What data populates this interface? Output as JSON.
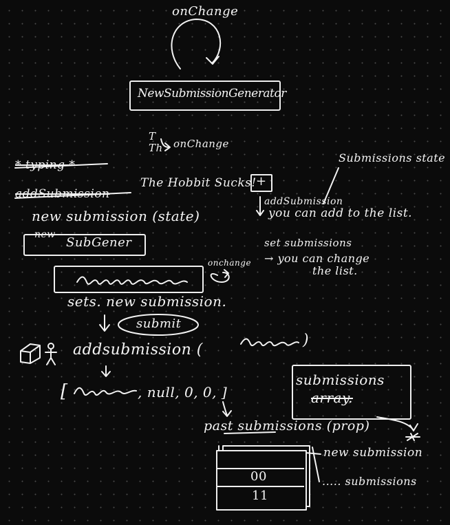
{
  "diagram": {
    "top_event": "onChange",
    "component": "NewSubmissionGenerator",
    "typing_chars": "T Th",
    "typing_event": "onChange",
    "typing_struck": "* typing *",
    "add_submission_struck": "addSubmission",
    "hobbit_text": "The Hobbit Sucks!",
    "plus_button": "+",
    "submissions_state": "Submissions state",
    "add_submission_note": "addSubmission",
    "add_to_list": "you can add to the list.",
    "new_submission_state": "new submission (state)",
    "subgen_struck": "new",
    "subgen_label": "SubGener",
    "set_submissions": "set submissions",
    "change_list_1": "→ you can change",
    "change_list_2": "the list.",
    "input_event": "onchange",
    "sets_new_submission": "sets. new submission.",
    "submit_button": "submit",
    "add_submission_call": "addsubmission (",
    "array_literal": ", null, 0, 0, ]",
    "submissions_array_1": "submissions",
    "submissions_array_2": "array.",
    "past_submissions": "past submissions (prop)",
    "list_row_2": "00",
    "list_row_3": "11",
    "new_submission_label": "new submission",
    "submissions_label": "..... submissions"
  }
}
